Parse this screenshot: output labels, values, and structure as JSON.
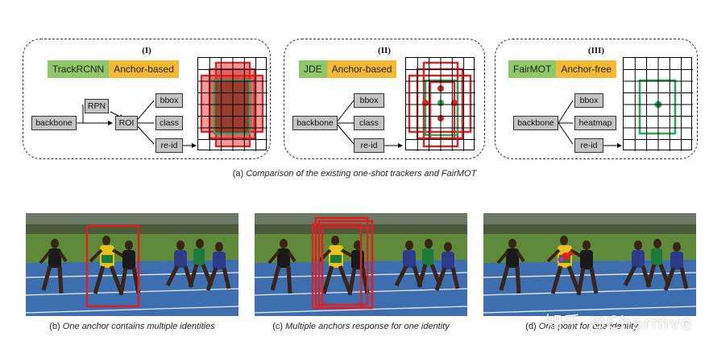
{
  "panels": [
    {
      "roman": "(I)",
      "tracker": "TrackRCNN",
      "anchor": "Anchor-based",
      "nodes": {
        "backbone": "backbone",
        "rpn": "RPN",
        "roi": "ROI",
        "bbox": "bbox",
        "class": "class",
        "reid": "re-id"
      }
    },
    {
      "roman": "(II)",
      "tracker": "JDE",
      "anchor": "Anchor-based",
      "nodes": {
        "backbone": "backbone",
        "bbox": "bbox",
        "class": "class",
        "reid": "re-id"
      }
    },
    {
      "roman": "(III)",
      "tracker": "FairMOT",
      "anchor": "Anchor-free",
      "nodes": {
        "backbone": "backbone",
        "bbox": "bbox",
        "heatmap": "heatmap",
        "reid": "re-id"
      }
    }
  ],
  "caption_a": {
    "prefix": "(a) ",
    "text": "Comparison of the existing one-shot trackers and FairMOT"
  },
  "captions_bottom": [
    {
      "prefix": "(b) ",
      "text": "One anchor contains multiple identities"
    },
    {
      "prefix": "(c) ",
      "text": "Multiple anchors response for one identity"
    },
    {
      "prefix": "(d) ",
      "text": "One point for one identity"
    }
  ],
  "watermark": "知乎 @Charmve",
  "colors": {
    "green_tag": "#8ec869",
    "orange_tag": "#f5b935",
    "red_box": "#e02020",
    "green_box": "#2aa860",
    "node_fill": "#c4c4c4",
    "track": "#3d6fb0",
    "field": "#5f8a3a"
  }
}
